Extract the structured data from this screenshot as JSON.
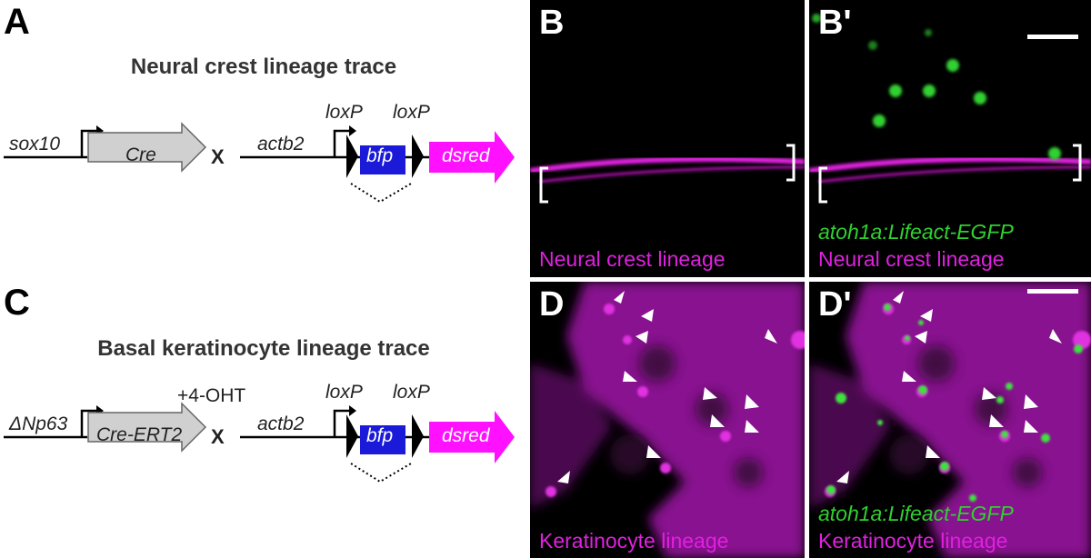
{
  "panels": {
    "A": "A",
    "B": "B",
    "Bp": "B'",
    "C": "C",
    "D": "D",
    "Dp": "D'"
  },
  "diagram_a": {
    "title": "Neural crest lineage trace",
    "driver_gene": "sox10",
    "driver_cassette": "Cre",
    "cross": "X",
    "reporter_gene": "actb2",
    "loxp_left": "loxP",
    "loxp_right": "loxP",
    "stop_cassette": "bfp",
    "reporter_cassette": "dsred"
  },
  "diagram_c": {
    "title": "Basal keratinocyte lineage trace",
    "driver_gene": "ΔNp63",
    "driver_cassette": "Cre-ERT2",
    "treatment": "+4-OHT",
    "cross": "X",
    "reporter_gene": "actb2",
    "loxp_left": "loxP",
    "loxp_right": "loxP",
    "stop_cassette": "bfp",
    "reporter_cassette": "dsred"
  },
  "micrographs": {
    "B": {
      "label_magenta": "Neural crest lineage"
    },
    "Bp": {
      "label_green": "atoh1a:Lifeact-EGFP",
      "label_magenta": "Neural crest lineage"
    },
    "D": {
      "label_magenta": "Keratinocyte lineage"
    },
    "Dp": {
      "label_green": "atoh1a:Lifeact-EGFP",
      "label_magenta": "Keratinocyte lineage"
    }
  },
  "colors": {
    "cre_fill": "#d0d0d0",
    "bfp_fill": "#1a1ad8",
    "dsred_fill": "#ff10ff",
    "magenta": "#e020e0",
    "green": "#30d030"
  }
}
